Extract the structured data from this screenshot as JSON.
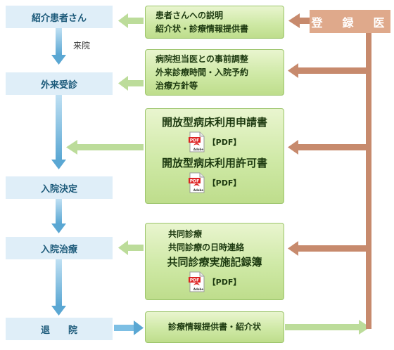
{
  "registered_doctor": "登　録　医",
  "steps": {
    "referral": "紹介患者さん",
    "outpatient": "外来受診",
    "admission_decision": "入院決定",
    "inpatient": "入院治療",
    "discharge": "退　　院"
  },
  "visit_label": "来院",
  "boxes": {
    "explanation": {
      "line1": "患者さんへの説明",
      "line2": "紹介状・診療情報提供書"
    },
    "coordination": {
      "line1": "病院担当医との事前調整",
      "line2": "外来診療時間・入院予約",
      "line3": "治療方針等"
    },
    "forms": {
      "apply": "開放型病床利用申請書",
      "permit": "開放型病床利用許可書",
      "pdf1": "【PDF】",
      "pdf2": "【PDF】"
    },
    "joint": {
      "line1": "共同診療",
      "line2": "共同診療の日時連絡",
      "record": "共同診療実施記録簿",
      "pdf": "【PDF】"
    },
    "report": {
      "text": "診療情報提供書・紹介状"
    }
  },
  "pdf_icon": {
    "text": "PDF",
    "brand": "Adobe"
  },
  "colors": {
    "step_bg": "#dfeef8",
    "step_text": "#1c5a7a",
    "green_arrow": "#bcdc9a",
    "blue_arrow": "#79b9dc",
    "brown": "#c78a6d",
    "registered_bg": "#dfa98b"
  }
}
